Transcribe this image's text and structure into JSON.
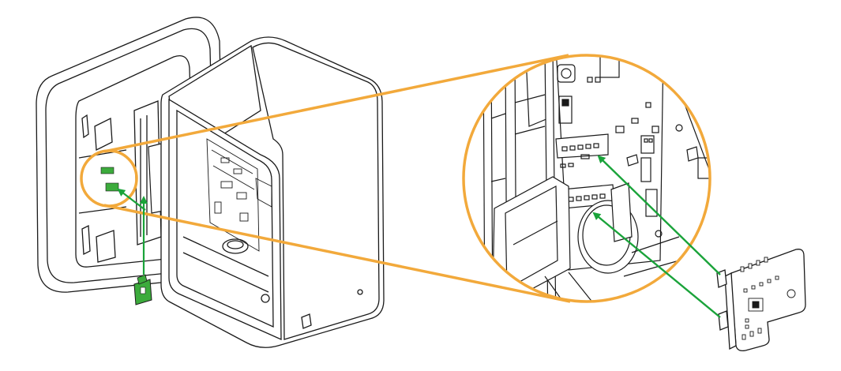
{
  "colors": {
    "line": "#1a1a1a",
    "callout": "#f2a93b",
    "arrow": "#1aa33a",
    "module": "#3cab3c",
    "background": "#ffffff"
  },
  "icons": [
    "enclosure-drawing",
    "hinged-door",
    "callout-circle",
    "pcb-module",
    "install-arrow"
  ]
}
